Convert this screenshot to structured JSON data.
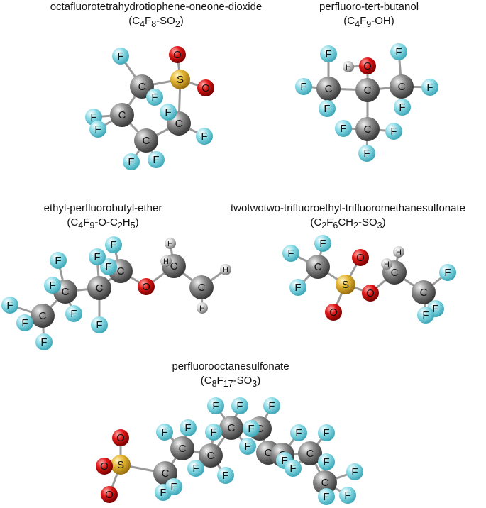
{
  "molecules": [
    {
      "name": "octafluorotetrahydrotiophene-oneone-dioxide",
      "formula": {
        "main": "(C",
        "s1": "4",
        "m2": "F",
        "s2": "8",
        "m3": "-SO",
        "s3": "2",
        "end": ")"
      }
    },
    {
      "name": "perfluoro-tert-butanol",
      "formula": {
        "main": "(C",
        "s1": "4",
        "m2": "F",
        "s2": "9",
        "m3": "-OH",
        "s3": "",
        "end": ")"
      }
    },
    {
      "name": "ethyl-perfluorobutyl-ether",
      "formula": {
        "main": "(C",
        "s1": "4",
        "m2": "F",
        "s2": "9",
        "m3": "-O-C",
        "s3": "2",
        "m4": "H",
        "s4": "5",
        "end": ")"
      }
    },
    {
      "name": "twotwotwo-trifluoroethyl-trifluoromethanesulfonate",
      "formula": {
        "main": "(C",
        "s1": "2",
        "m2": "F",
        "s2": "6",
        "m3": "CH",
        "s3": "2",
        "m4": "-SO",
        "s4": "3",
        "end": ")"
      }
    },
    {
      "name": "perfluorooctanesulfonate",
      "formula": {
        "main": "(C",
        "s1": "8",
        "m2": "F",
        "s2": "17",
        "m3": "-SO",
        "s3": "3",
        "end": ")"
      }
    }
  ],
  "atom_letters": {
    "C": "C",
    "F": "F",
    "S": "S",
    "O": "O",
    "H": "H"
  },
  "colors": {
    "carbon": "#7f7f7f",
    "fluorine": "#7fd4e0",
    "sulfur": "#e0b030",
    "oxygen": "#dd1010",
    "hydrogen": "#d8d8d8",
    "bond": "#9a9a9a"
  }
}
